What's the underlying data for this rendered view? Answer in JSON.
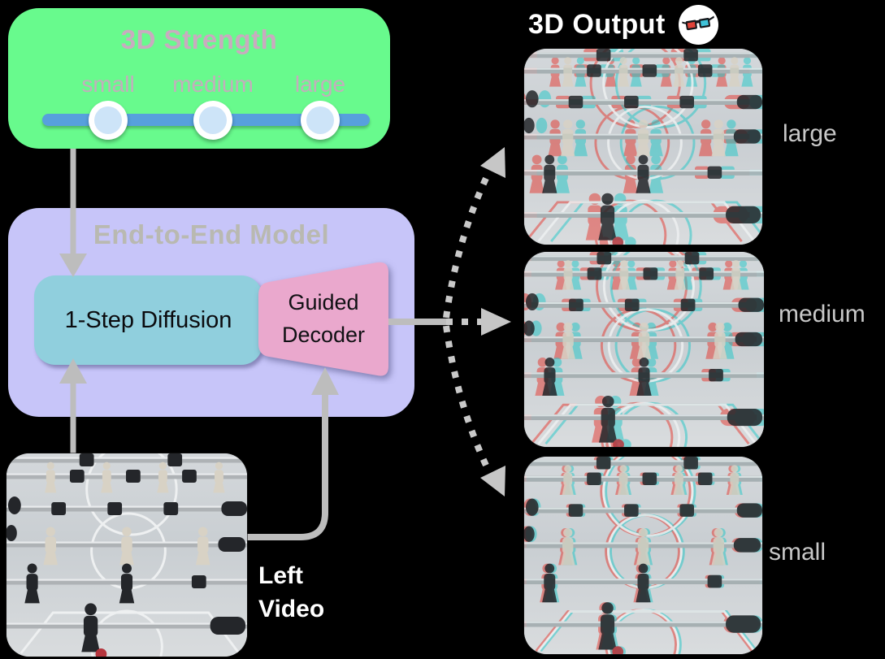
{
  "strength_panel": {
    "title": "3D Strength",
    "options": [
      "small",
      "medium",
      "large"
    ]
  },
  "model_panel": {
    "title": "End-to-End Model",
    "diffusion_label": "1-Step Diffusion",
    "decoder_lines": [
      "Guided",
      "Decoder"
    ]
  },
  "left_video": {
    "lines": [
      "Left",
      "Video"
    ]
  },
  "output_panel": {
    "title": "3D Output",
    "icon": "3d-glasses-icon",
    "labels": [
      "large",
      "medium",
      "small"
    ]
  },
  "colors": {
    "panel_green": "#68fa8d",
    "panel_purple": "#c7c5f9",
    "box_teal": "#90cfdd",
    "box_pink": "#eaa8cd",
    "slider_blue": "#57a0dd",
    "arrow_gray": "#bdbdbd",
    "dash_gray": "#c9c9c9",
    "anaglyph_red": "#e5352c",
    "anaglyph_cyan": "#1ec7c7"
  }
}
